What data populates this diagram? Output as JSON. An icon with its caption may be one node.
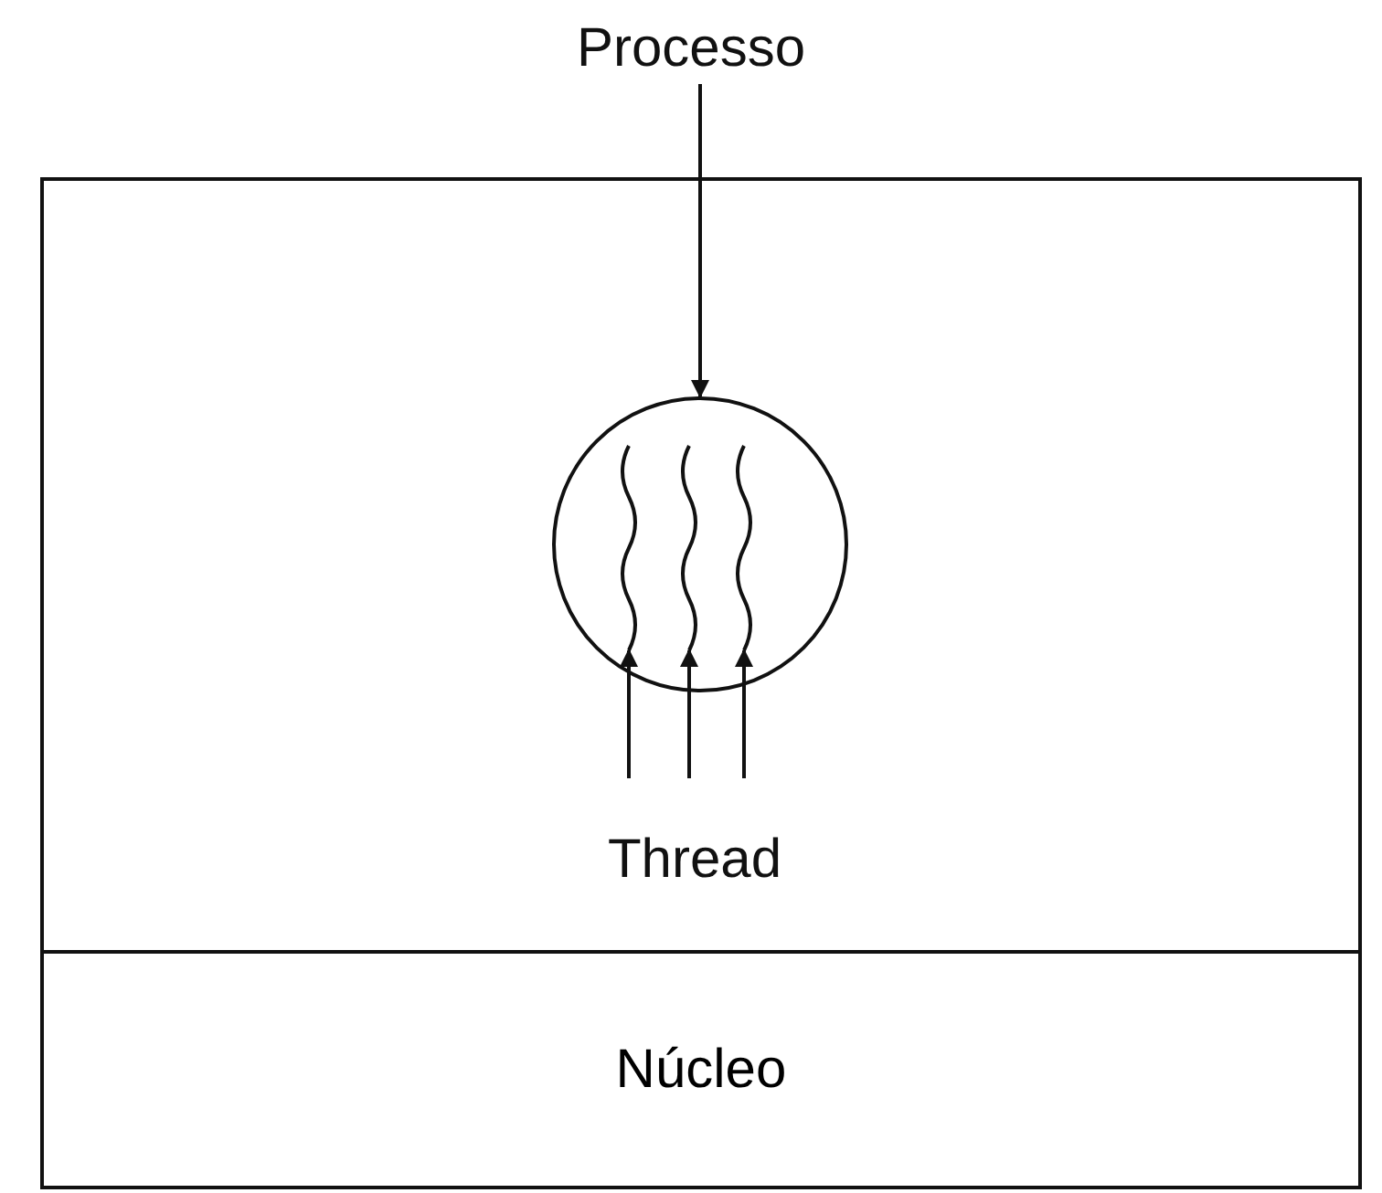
{
  "diagram": {
    "nodes": [
      {
        "text": [],
        "shape": "box"
      },
      {
        "text": [
          "Processo"
        ]
      },
      {
        "text": [],
        "shape": "circle",
        "in": 0
      },
      {
        "text": [
          "Thread"
        ],
        "in": 0
      },
      {
        "text": [
          "Núcleo"
        ]
      },
      {
        "text": [],
        "shape": "wave",
        "in": 2
      },
      {
        "text": [],
        "shape": "wave",
        "in": 2
      },
      {
        "text": [],
        "shape": "wave",
        "in": 2
      }
    ],
    "edges": [
      {
        "from": 1,
        "to": 2,
        "arrow": "to"
      },
      {
        "from": 3,
        "to": 5,
        "arrow": "to"
      },
      {
        "from": 3,
        "to": 6,
        "arrow": "to"
      },
      {
        "from": 3,
        "to": 7,
        "arrow": "to"
      }
    ]
  }
}
